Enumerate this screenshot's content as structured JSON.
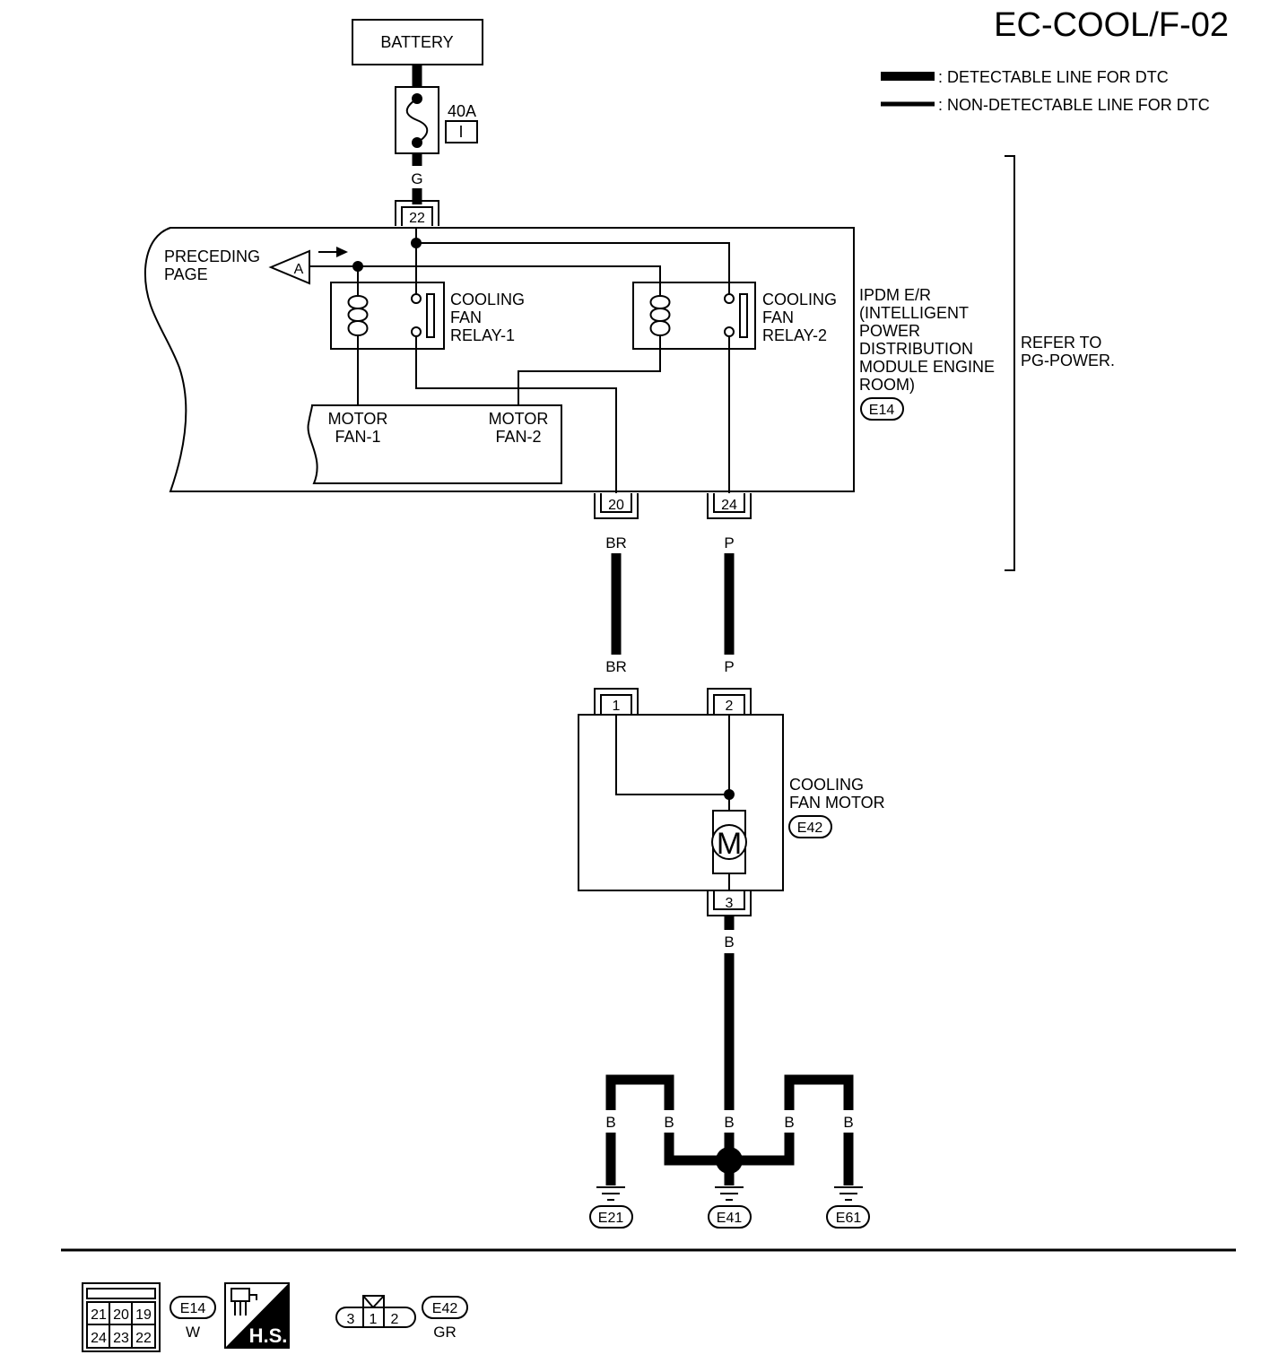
{
  "page_title": "EC-COOL/F-02",
  "legend": {
    "detectable": ": DETECTABLE LINE FOR DTC",
    "non_detectable": ": NON-DETECTABLE LINE FOR DTC"
  },
  "battery": "BATTERY",
  "fuse": {
    "rating": "40A",
    "id": "I"
  },
  "wire_colors": {
    "g": "G",
    "br": "BR",
    "p": "P",
    "b": "B"
  },
  "pins": {
    "p22": "22",
    "p20": "20",
    "p24": "24",
    "m1": "1",
    "m2": "2",
    "m3": "3"
  },
  "preceding": {
    "line1": "PRECEDING",
    "line2": "PAGE",
    "marker": "A"
  },
  "relay1": {
    "line1": "COOLING",
    "line2": "FAN",
    "line3": "RELAY-1"
  },
  "relay2": {
    "line1": "COOLING",
    "line2": "FAN",
    "line3": "RELAY-2"
  },
  "motor_fan1": {
    "line1": "MOTOR",
    "line2": "FAN-1"
  },
  "motor_fan2": {
    "line1": "MOTOR",
    "line2": "FAN-2"
  },
  "ipdm": {
    "lines": [
      "IPDM E/R",
      "(INTELLIGENT",
      "POWER",
      "DISTRIBUTION",
      "MODULE ENGINE",
      "ROOM)"
    ],
    "connector": "E14"
  },
  "refer": {
    "line1": "REFER TO",
    "line2": "PG-POWER."
  },
  "motor": {
    "line1": "COOLING",
    "line2": "FAN MOTOR",
    "connector": "E42",
    "symbol": "M"
  },
  "grounds": [
    "E21",
    "E41",
    "E61"
  ],
  "connectors_view": {
    "e14": {
      "id": "E14",
      "color": "W",
      "row1": [
        "21",
        "20",
        "19"
      ],
      "row2": [
        "24",
        "23",
        "22"
      ],
      "hs": "H.S."
    },
    "e42": {
      "id": "E42",
      "color": "GR",
      "pins": [
        "3",
        "1",
        "2"
      ]
    }
  },
  "icons": [
    "fuse-icon",
    "relay-coil-icon",
    "motor-icon",
    "ground-icon",
    "harness-side-icon"
  ]
}
